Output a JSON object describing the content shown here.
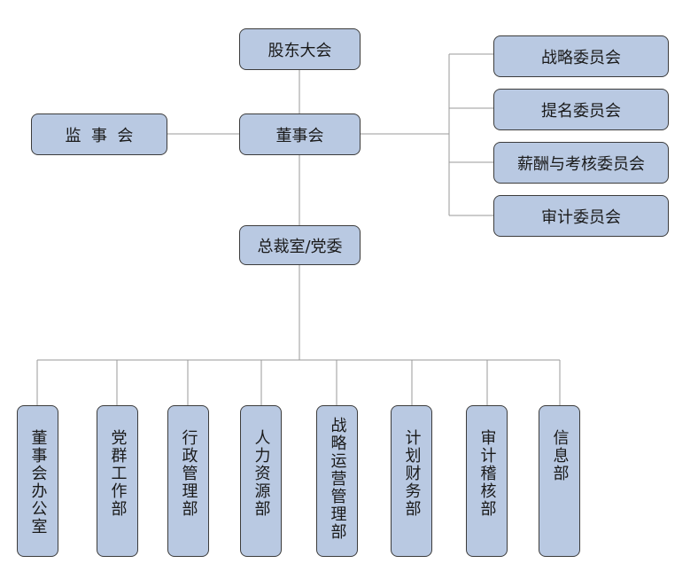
{
  "colors": {
    "node_fill": "#b9c9e2",
    "node_border": "#3c3c3c",
    "line": "#9a9a9a"
  },
  "top": {
    "shareholders": "股东大会",
    "board": "董事会",
    "supervisory": "监  事  会",
    "president": "总裁室/党委"
  },
  "committees": [
    "战略委员会",
    "提名委员会",
    "薪酬与考核委员会",
    "审计委员会"
  ],
  "departments": [
    "董事会办公室",
    "党群工作部",
    "行政管理部",
    "人力资源部",
    "战略运营管理部",
    "计划财务部",
    "审计稽核部",
    "信息部"
  ]
}
